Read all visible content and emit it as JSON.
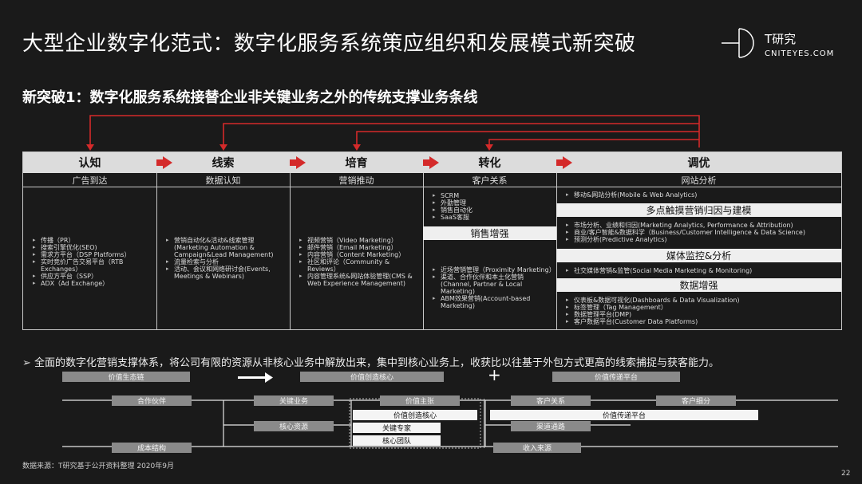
{
  "header": {
    "title": "大型企业数字化范式：数字化服务系统策应组织和发展模式新突破",
    "logo_name": "T研究",
    "logo_url": "CNITEYES.COM"
  },
  "subtitle": "新突破1：数字化服务系统接替企业非关键业务之外的传统支撑业务条线",
  "stages": [
    {
      "name": "认知",
      "sub": "广告到达",
      "items": [
        "传播（PR）",
        "搜索引擎优化(SEO)",
        "需求方平台（DSP Platforms）",
        "实时竞价广告交易平台（RTB Exchanges）",
        "供应方平台（SSP）",
        "ADX（Ad Exchange）"
      ]
    },
    {
      "name": "线索",
      "sub": "数据认知",
      "items": [
        "营销自动化&活动&线索管理(Marketing Automation & Campaign&Lead Management)",
        "流量检索与分析",
        "活动、会议和网络研讨会(Events, Meetings & Webinars)"
      ]
    },
    {
      "name": "培育",
      "sub": "营销推动",
      "items": [
        "视频营销（Video Marketing）",
        "邮件营销（Email Marketing）",
        "内容营销（Content Marketing）",
        "社区和评论（Community & Reviews）",
        "内容管理系统&网站体验管理(CMS & Web Experience Management)"
      ]
    },
    {
      "name": "转化",
      "sub": "客户关系",
      "items_top": [
        "SCRM",
        "外勤管理",
        "销售自动化",
        "SaaS客服"
      ],
      "section": "销售增强",
      "items_bottom": [
        "近场营销管理（Proximity Marketing）",
        "渠道、合作伙伴和本土化营销(Channel, Partner & Local Marketing)",
        "ABM效果营销(Account-based Marketing)"
      ]
    },
    {
      "name": "调优",
      "sub": "网站分析",
      "groups": [
        {
          "items": [
            "移动&网站分析(Mobile & Web Analytics)"
          ]
        },
        {
          "head": "多点触摸营销归因与建模",
          "items": [
            "市场分析、业绩和归因(Marketing Analytics, Performance & Attribution)",
            "商业/客户智能&数据科学（Business/Customer Intelligence & Data Science)",
            "预测分析(Predictive Analytics)"
          ]
        },
        {
          "head": "媒体监控&分析",
          "items": [
            "社交媒体营销&监管(Social Media Marketing & Monitoring)"
          ]
        },
        {
          "head": "数据增强",
          "items": [
            "仪表板&数据可视化(Dashboards & Data Visualization)",
            "标签管理（Tag Management）",
            "数据管理平台(DMP)",
            "客户数据平台(Customer Data Platforms)"
          ]
        }
      ]
    }
  ],
  "bullet": "全面的数字化营销支撑体系，将公司有限的资源从非核心业务中解放出来，集中到核心业务上，收获比以往基于外包方式更高的线索捕捉与获客能力。",
  "canvas": {
    "top_labels": [
      "价值生态链",
      "价值创造核心",
      "价值传递平台"
    ],
    "plus": "+",
    "row1": [
      "合作伙伴",
      "关键业务",
      "价值主张",
      "客户关系",
      "客户细分"
    ],
    "value_core": "价值创造核心",
    "value_platform": "价值传递平台",
    "core_resources": "核心资源",
    "key_experts": "关键专家",
    "core_team": "核心团队",
    "channels": "渠道通路",
    "cost_structure": "成本结构",
    "revenue": "收入来源"
  },
  "source": "数据来源：T研究基于公开资料整理 2020年9月",
  "page_number": "22",
  "colors": {
    "accent_red": "#d42a2a",
    "background": "#1a1a1a"
  }
}
